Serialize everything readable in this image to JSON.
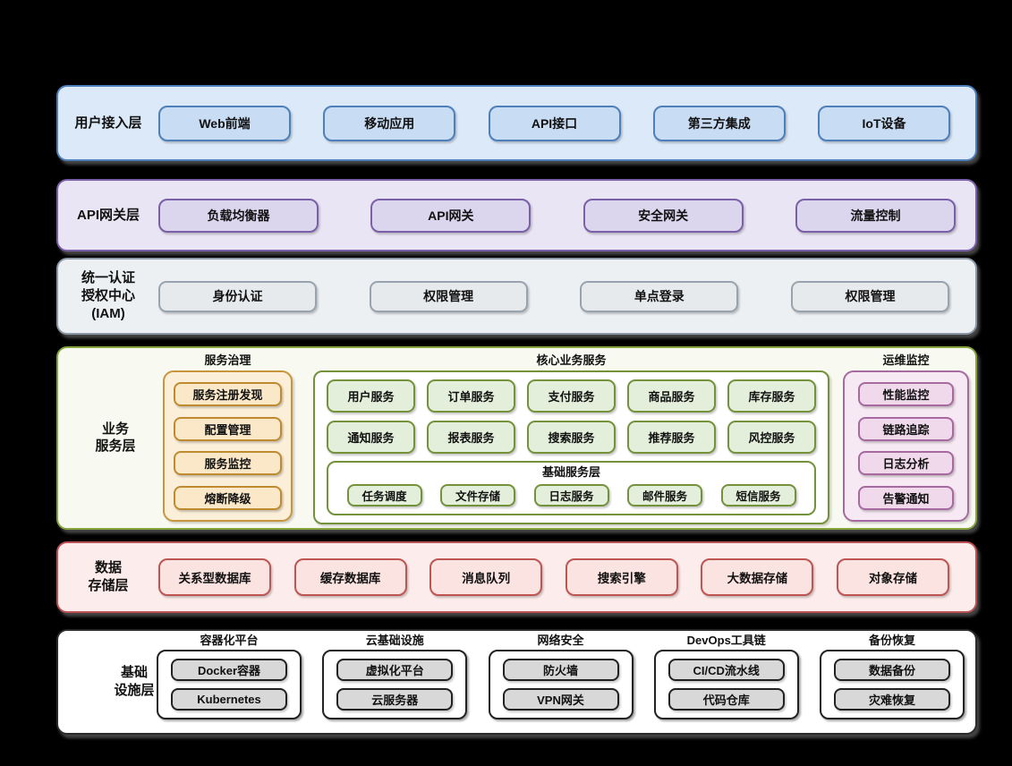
{
  "palette": {
    "background": "#000000",
    "user_access": {
      "border": "#4d80ba",
      "fill": "#dce9f8",
      "box": "#c8dcf3"
    },
    "api_gateway": {
      "border": "#7a5fa9",
      "fill": "#eae5f4",
      "box": "#dcd5ee"
    },
    "iam": {
      "border": "#8d99a6",
      "fill": "#edf0f3",
      "box": "#e7eaec"
    },
    "business": {
      "border": "#86a53c",
      "fill": "#f8faf1"
    },
    "governance": {
      "border": "#c9953c",
      "fill": "#fcefd9",
      "box": "#fae8c9"
    },
    "core": {
      "border": "#74923a",
      "fill": "#ffffff",
      "box": "#e3efda"
    },
    "ops": {
      "border": "#a669a0",
      "fill": "#f7e9f3",
      "box": "#efd9eb"
    },
    "data_storage": {
      "border": "#bb5153",
      "fill": "#fdecec",
      "box": "#fbe3e1"
    },
    "infrastructure": {
      "border": "#2b2b2b",
      "fill": "#ffffff",
      "box": "#d8d8d8"
    }
  },
  "layers": {
    "user_access": {
      "label": "用户接入层",
      "boxes": [
        "Web前端",
        "移动应用",
        "API接口",
        "第三方集成",
        "IoT设备"
      ]
    },
    "api_gateway": {
      "label": "API网关层",
      "boxes": [
        "负载均衡器",
        "API网关",
        "安全网关",
        "流量控制"
      ]
    },
    "iam": {
      "label_lines": [
        "统一认证",
        "授权中心",
        "(IAM)"
      ],
      "boxes": [
        "身份认证",
        "权限管理",
        "单点登录",
        "权限管理"
      ]
    },
    "business": {
      "label_lines": [
        "业务",
        "服务层"
      ],
      "governance": {
        "title": "服务治理",
        "boxes": [
          "服务注册发现",
          "配置管理",
          "服务监控",
          "熔断降级"
        ]
      },
      "core": {
        "title": "核心业务服务",
        "services": [
          "用户服务",
          "订单服务",
          "支付服务",
          "商品服务",
          "库存服务",
          "通知服务",
          "报表服务",
          "搜索服务",
          "推荐服务",
          "风控服务"
        ],
        "foundation": {
          "title": "基础服务层",
          "boxes": [
            "任务调度",
            "文件存储",
            "日志服务",
            "邮件服务",
            "短信服务"
          ]
        }
      },
      "ops": {
        "title": "运维监控",
        "boxes": [
          "性能监控",
          "链路追踪",
          "日志分析",
          "告警通知"
        ]
      }
    },
    "data_storage": {
      "label_lines": [
        "数据",
        "存储层"
      ],
      "boxes": [
        "关系型数据库",
        "缓存数据库",
        "消息队列",
        "搜索引擎",
        "大数据存储",
        "对象存储"
      ]
    },
    "infrastructure": {
      "label_lines": [
        "基础",
        "设施层"
      ],
      "groups": [
        {
          "title": "容器化平台",
          "boxes": [
            "Docker容器",
            "Kubernetes"
          ]
        },
        {
          "title": "云基础设施",
          "boxes": [
            "虚拟化平台",
            "云服务器"
          ]
        },
        {
          "title": "网络安全",
          "boxes": [
            "防火墙",
            "VPN网关"
          ]
        },
        {
          "title": "DevOps工具链",
          "boxes": [
            "CI/CD流水线",
            "代码仓库"
          ]
        },
        {
          "title": "备份恢复",
          "boxes": [
            "数据备份",
            "灾难恢复"
          ]
        }
      ]
    }
  }
}
